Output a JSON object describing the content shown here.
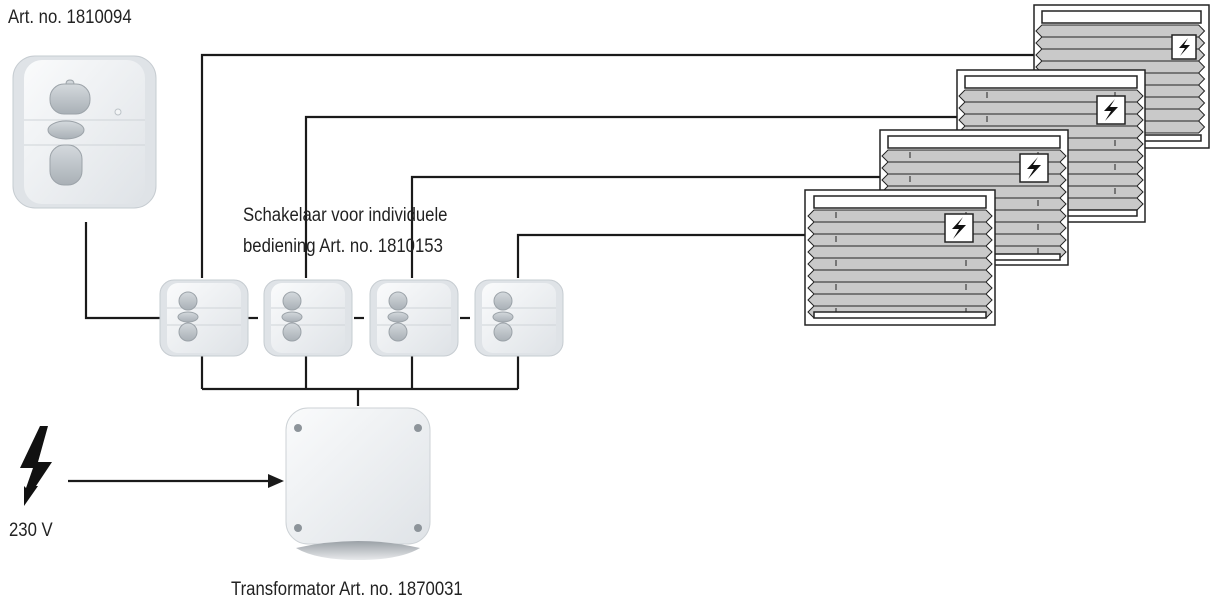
{
  "labels": {
    "central_article": "Art. no. 1810094",
    "individual_switch_line1": "Schakelaar voor individuele",
    "individual_switch_line2": "bediening Art. no. 1810153",
    "voltage": "230 V",
    "transformer": "Transformator Art. no. 1870031"
  },
  "colors": {
    "wire": "#1a1a1a",
    "device_body": "#e9ecef",
    "device_face": "#f6f7f8",
    "button": "#b9c0c6",
    "blind_fabric": "#c8c8c8",
    "panel_border": "#222222"
  },
  "icons": {
    "central_switch": "wall-switch-icon",
    "individual_switch": "wall-switch-icon",
    "transformer": "junction-box-icon",
    "power_source": "lightning-bolt-icon",
    "blind": "pleated-blind-icon",
    "motor_badge": "lightning-badge-icon"
  }
}
